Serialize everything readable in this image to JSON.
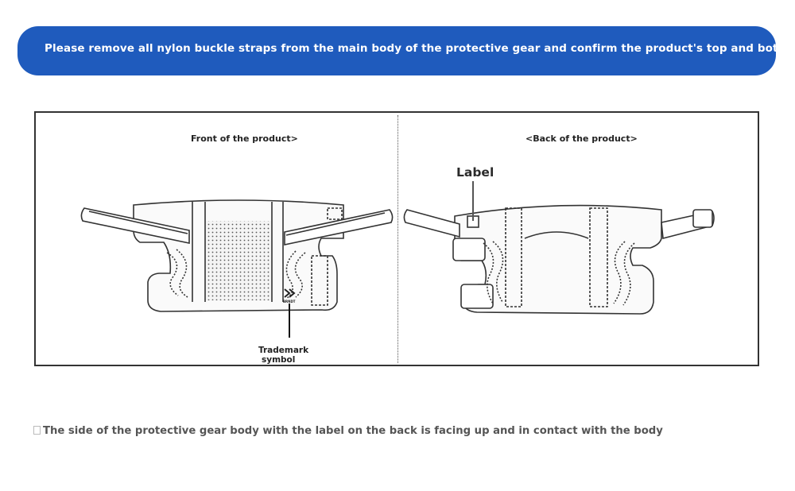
{
  "banner": {
    "text": "Please remove all nylon buckle straps from the main body of the protective gear and confirm the product's top and bottom, front and back"
  },
  "figure": {
    "front_caption": "Front of the product>",
    "back_caption": "<Back of the product>",
    "label_callout": "Label",
    "trademark_line1": "Trademark",
    "trademark_line2": "symbol",
    "brand_mark_text": "BRNDT"
  },
  "note": {
    "text": "The side of the protective gear body with the label on the back is facing up and in contact with the body"
  }
}
